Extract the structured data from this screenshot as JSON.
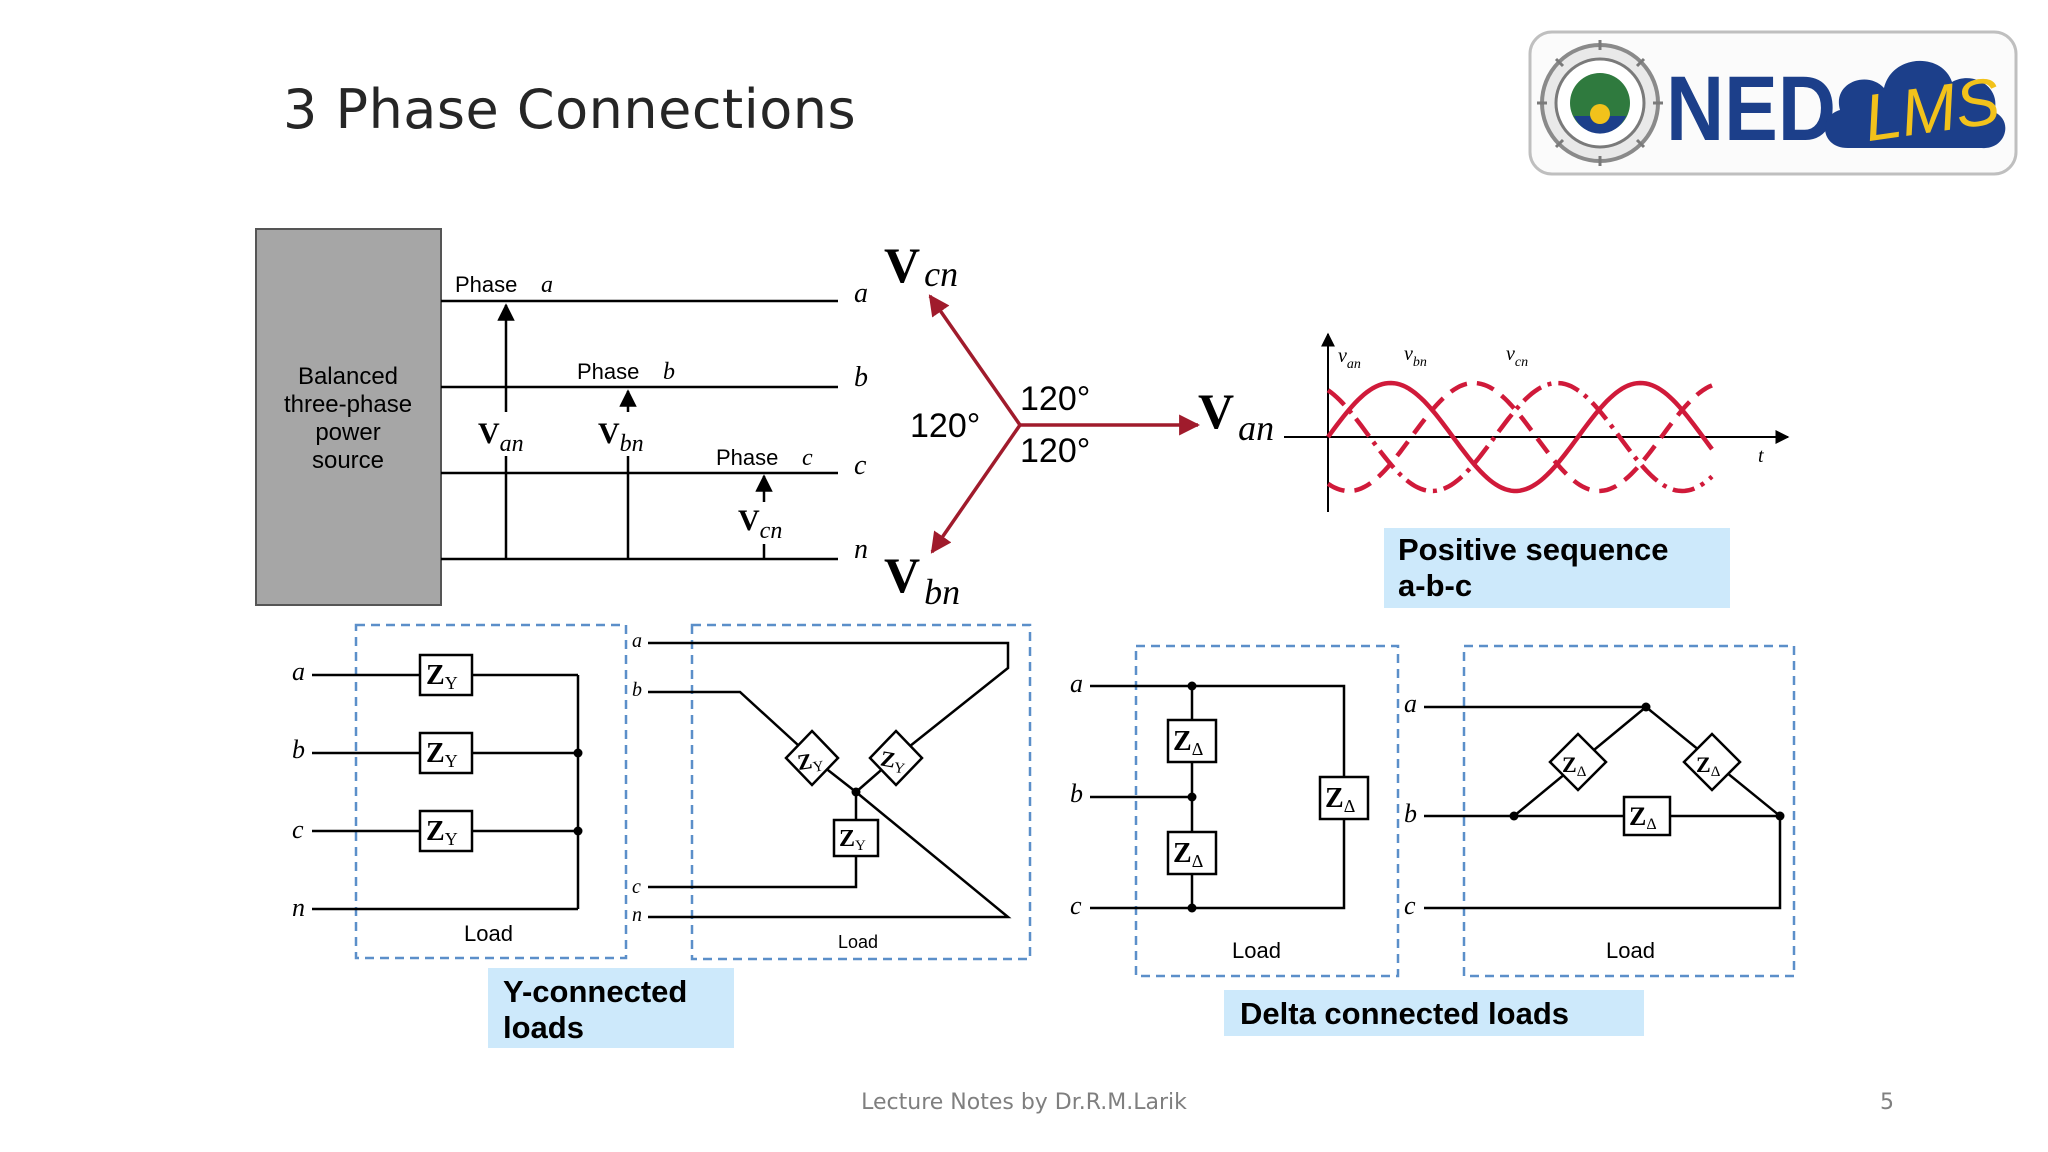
{
  "slide": {
    "title": "3 Phase Connections",
    "footer": "Lecture Notes by Dr.R.M.Larik",
    "page_number": "5"
  },
  "logo": {
    "text_ned": "NED",
    "text_lms": "LMS"
  },
  "source_diagram": {
    "source_label_lines": [
      "Balanced",
      "three-phase",
      "power",
      "source"
    ],
    "phase_word": "Phase",
    "phase_letters": [
      "a",
      "b",
      "c"
    ],
    "line_labels": [
      "a",
      "b",
      "c",
      "n"
    ],
    "voltage_V": "V",
    "voltage_subs": [
      "an",
      "bn",
      "cn"
    ]
  },
  "phasor_diagram": {
    "V": "V",
    "subs": [
      "cn",
      "an",
      "bn"
    ],
    "angle_labels": [
      "120°",
      "120°",
      "120°"
    ],
    "color": "#a01b2c"
  },
  "waveform": {
    "labels_v": "v",
    "label_subs": [
      "an",
      "bn",
      "cn"
    ],
    "axis_t": "t",
    "color": "#d01a3a",
    "caption_lines": [
      "Positive sequence",
      "a-b-c"
    ]
  },
  "y_loads": {
    "line_labels": [
      "a",
      "b",
      "c",
      "n"
    ],
    "impedance": "Z",
    "impedance_sub": "Y",
    "load_label": "Load",
    "caption_lines": [
      "Y-connected",
      "loads"
    ]
  },
  "delta_loads": {
    "line_labels": [
      "a",
      "b",
      "c"
    ],
    "impedance": "Z",
    "impedance_sub": "Δ",
    "load_label": "Load",
    "caption": "Delta connected loads"
  },
  "colors": {
    "caption_bg": "#cde9fb",
    "dash_box": "#5b8fc9",
    "source_box": "#a6a6a6"
  }
}
